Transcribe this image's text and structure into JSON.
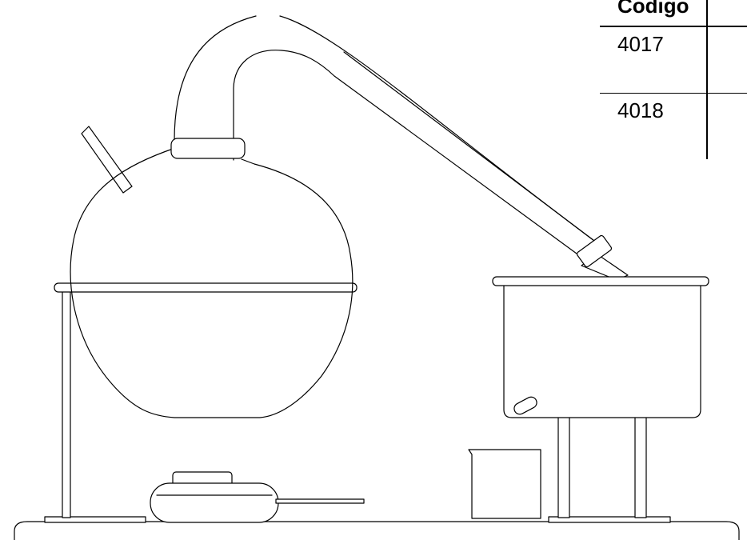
{
  "table": {
    "header": {
      "code": "Codigo",
      "desc": ""
    },
    "rows": [
      {
        "code": "4017",
        "desc": "",
        "sub": ""
      },
      {
        "code": "4018",
        "desc": "",
        "sub": ""
      }
    ]
  },
  "diagram": {
    "subject": "simple distillation apparatus",
    "parts": [
      "round-bottom-flask",
      "thermometer",
      "ring-stand",
      "alcohol-burner",
      "condenser-tube",
      "collecting-vessel",
      "beaker",
      "workbench"
    ]
  },
  "colors": {
    "line": "#000000",
    "background": "#ffffff"
  }
}
